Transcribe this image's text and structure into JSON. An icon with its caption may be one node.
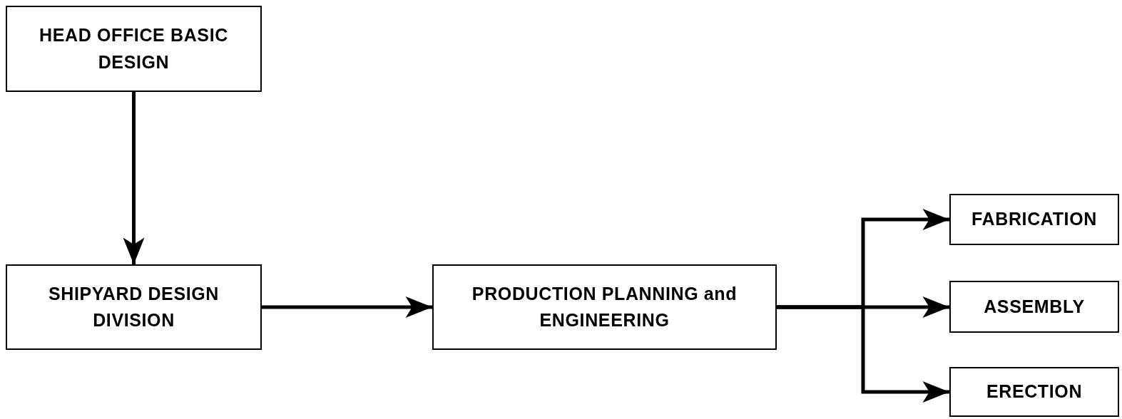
{
  "diagram": {
    "nodes": [
      {
        "text": [
          "HEAD OFFICE BASIC DESIGN"
        ]
      },
      {
        "text": [
          "SHIPYARD DESIGN DIVISION"
        ]
      },
      {
        "text": [
          "PRODUCTION PLANNING and ENGINEERING"
        ]
      },
      {
        "text": [
          "FABRICATION"
        ]
      },
      {
        "text": [
          "ASSEMBLY"
        ]
      },
      {
        "text": [
          "ERECTION"
        ]
      }
    ],
    "edges": [
      {
        "from": 0,
        "to": 1,
        "arrow": "to"
      },
      {
        "from": 1,
        "to": 2,
        "arrow": "to"
      },
      {
        "from": 2,
        "to": 3,
        "arrow": "to"
      },
      {
        "from": 2,
        "to": 4,
        "arrow": "to"
      },
      {
        "from": 2,
        "to": 5,
        "arrow": "to"
      }
    ]
  }
}
